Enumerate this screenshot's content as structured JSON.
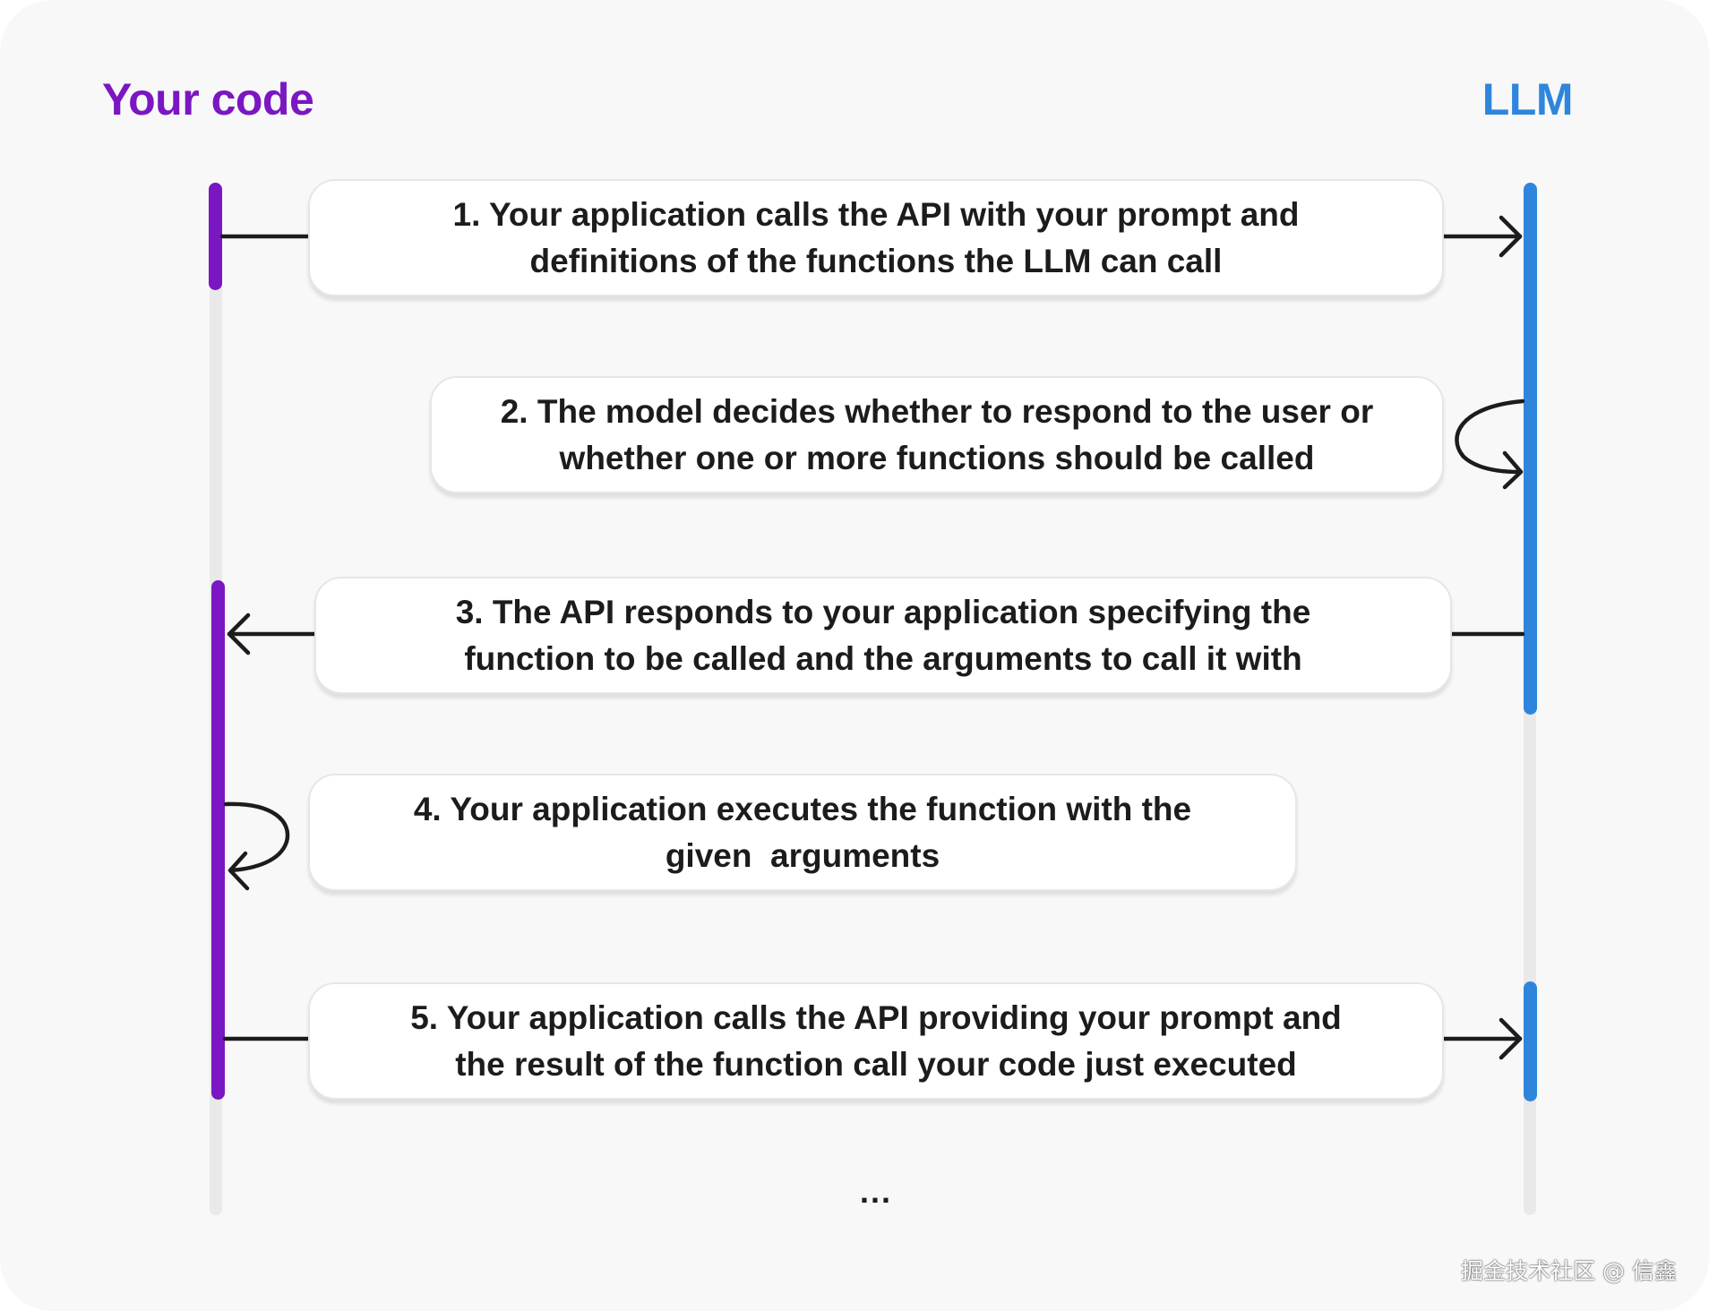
{
  "lanes": {
    "left": "Your code",
    "right": "LLM"
  },
  "steps": [
    {
      "lines": [
        "1. Your application calls the API with your prompt and",
        "definitions of the functions the LLM can call"
      ],
      "direction": "code-to-llm"
    },
    {
      "lines": [
        "2. The model decides whether to respond to the user or",
        "whether one or more functions should be called"
      ],
      "direction": "llm-self"
    },
    {
      "lines": [
        "3. The API responds to your application specifying the",
        "function to be called and the arguments to call it with"
      ],
      "direction": "llm-to-code"
    },
    {
      "lines": [
        "4. Your application executes the function with the",
        "given  arguments"
      ],
      "direction": "code-self"
    },
    {
      "lines": [
        "5. Your application calls the API providing your prompt and",
        "the result of the function call your code just executed"
      ],
      "direction": "code-to-llm"
    }
  ],
  "continuation": "...",
  "watermark": "掘金技术社区 @ 信鑫",
  "colors": {
    "code_lane": "#7a16c2",
    "llm_lane": "#2e86dc",
    "arrow": "#1c1c1c",
    "background": "#f8f8f8"
  }
}
